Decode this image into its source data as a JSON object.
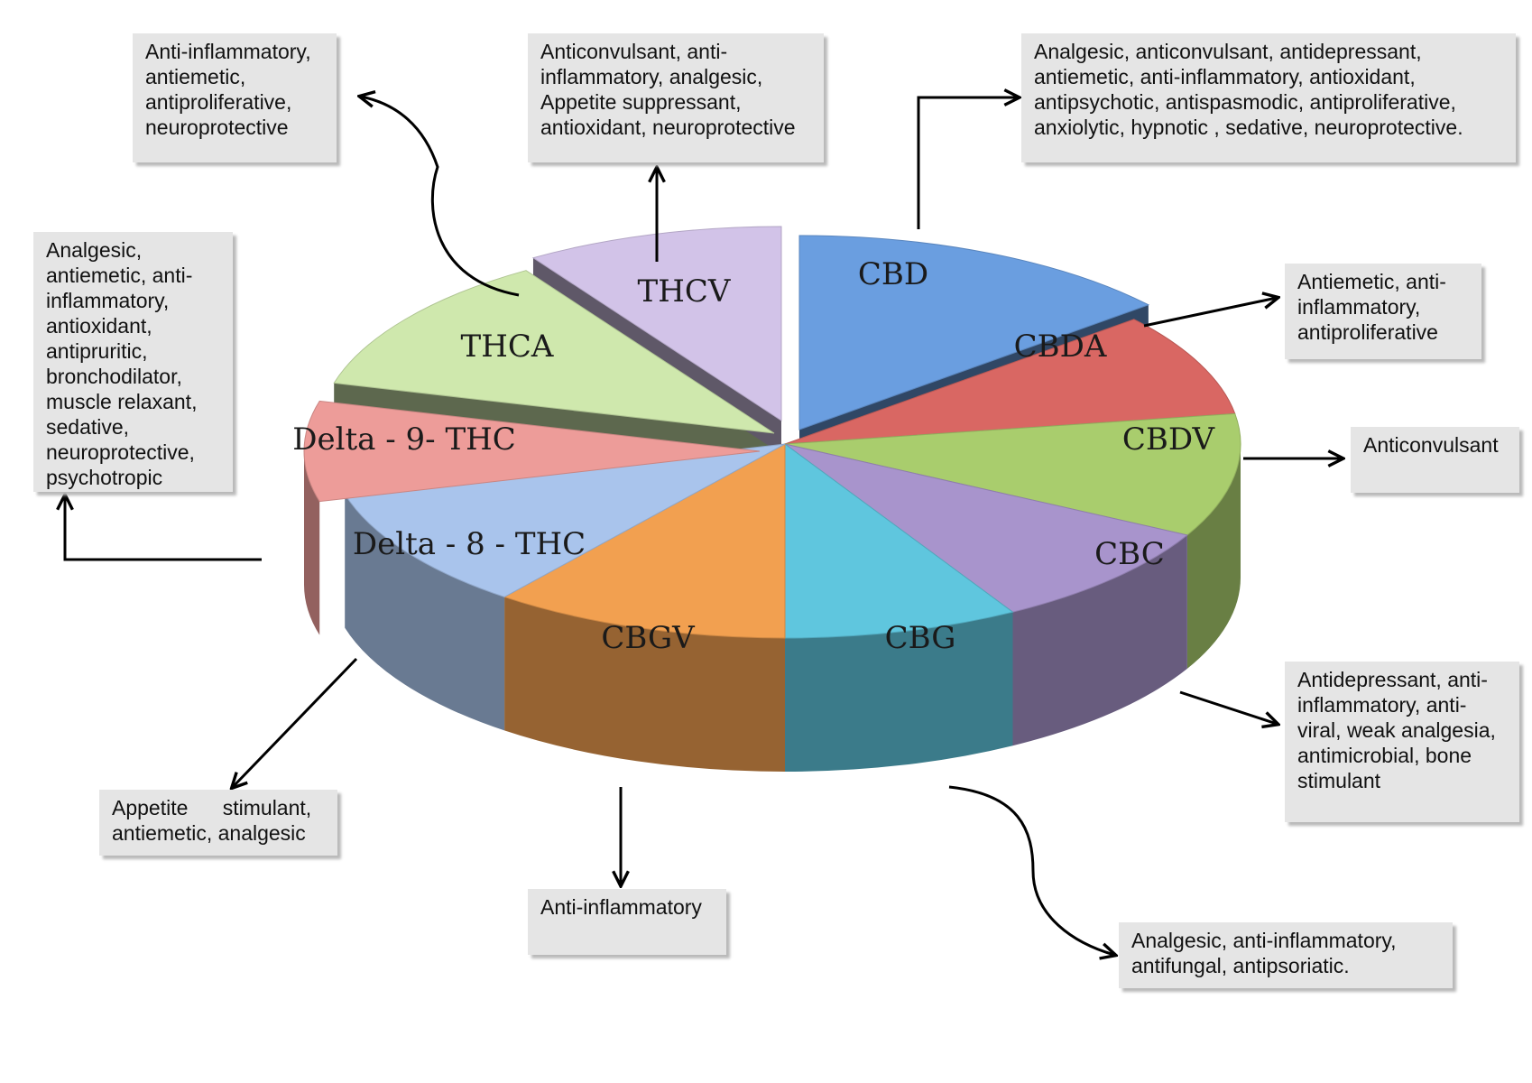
{
  "segments": [
    {
      "key": "cbd",
      "label": "CBD",
      "color": "#6a9ee0"
    },
    {
      "key": "cbda",
      "label": "CBDA",
      "color": "#d96763"
    },
    {
      "key": "cbdv",
      "label": "CBDV",
      "color": "#a9cd6d"
    },
    {
      "key": "cbc",
      "label": "CBC",
      "color": "#a894cc"
    },
    {
      "key": "cbg",
      "label": "CBG",
      "color": "#5fc6de"
    },
    {
      "key": "cbgv",
      "label": "CBGV",
      "color": "#f2a050"
    },
    {
      "key": "d8thc",
      "label": "Delta - 8 - THC",
      "color": "#a9c4ec"
    },
    {
      "key": "d9thc",
      "label": "Delta - 9- THC",
      "color": "#ed9c99"
    },
    {
      "key": "thca",
      "label": "THCA",
      "color": "#cfe8ad"
    },
    {
      "key": "thcv",
      "label": "THCV",
      "color": "#d2c3e8"
    }
  ],
  "boxes": {
    "thca": "Anti-inflammatory, antiemetic, antiproliferative, neuroprotective",
    "thcv": "Anticonvulsant, anti-inflammatory, analgesic, Appetite suppressant, antioxidant, neuroprotective",
    "cbd": "Analgesic, anticonvulsant, antidepressant, antiemetic, anti-inflammatory, antioxidant, antipsychotic, antispasmodic, antiproliferative, anxiolytic, hypnotic , sedative, neuroprotective.",
    "d9thc": "Analgesic, antiemetic, anti-inflammatory, antioxidant, antipruritic, bronchodilator, muscle relaxant, sedative, neuroprotective, psychotropic",
    "cbda": "Antiemetic, anti-inflammatory, antiproliferative",
    "cbdv": "Anticonvulsant",
    "cbc": "Antidepressant, anti-inflammatory, anti-viral, weak analgesia, antimicrobial, bone stimulant",
    "d8thc": "Appetite      stimulant, antiemetic, analgesic",
    "cbgv": "Anti-inflammatory",
    "cbg": "Analgesic, anti-inflammatory, antifungal, antipsoriatic."
  }
}
